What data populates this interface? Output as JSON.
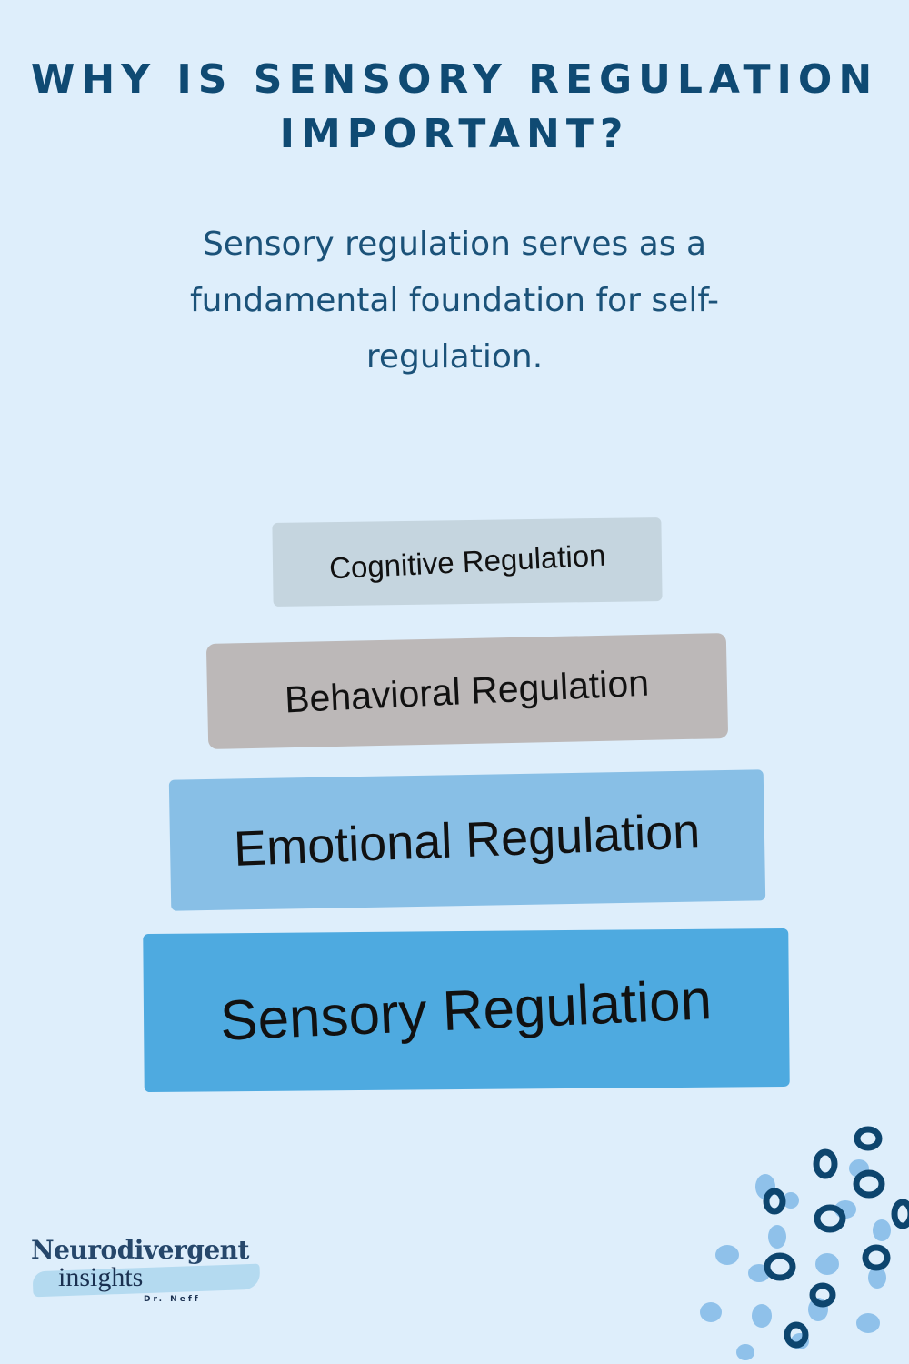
{
  "title": "WHY IS SENSORY REGULATION IMPORTANT?",
  "subtitle": "Sensory regulation serves as a fundamental foundation for self-regulation.",
  "pyramid": [
    {
      "label": "Cognitive Regulation",
      "color": "#c5d5df"
    },
    {
      "label": "Behavioral Regulation",
      "color": "#bcb8b8"
    },
    {
      "label": "Emotional Regulation",
      "color": "#88bfe6"
    },
    {
      "label": "Sensory Regulation",
      "color": "#4eaae0"
    }
  ],
  "logo": {
    "line1": "Neurodivergent",
    "line2": "insights",
    "line3": "Dr. Neff"
  },
  "colors": {
    "background": "#deeefb",
    "title": "#0f4a73",
    "dot_dark": "#0d456e",
    "dot_light": "#8fc1ea"
  }
}
